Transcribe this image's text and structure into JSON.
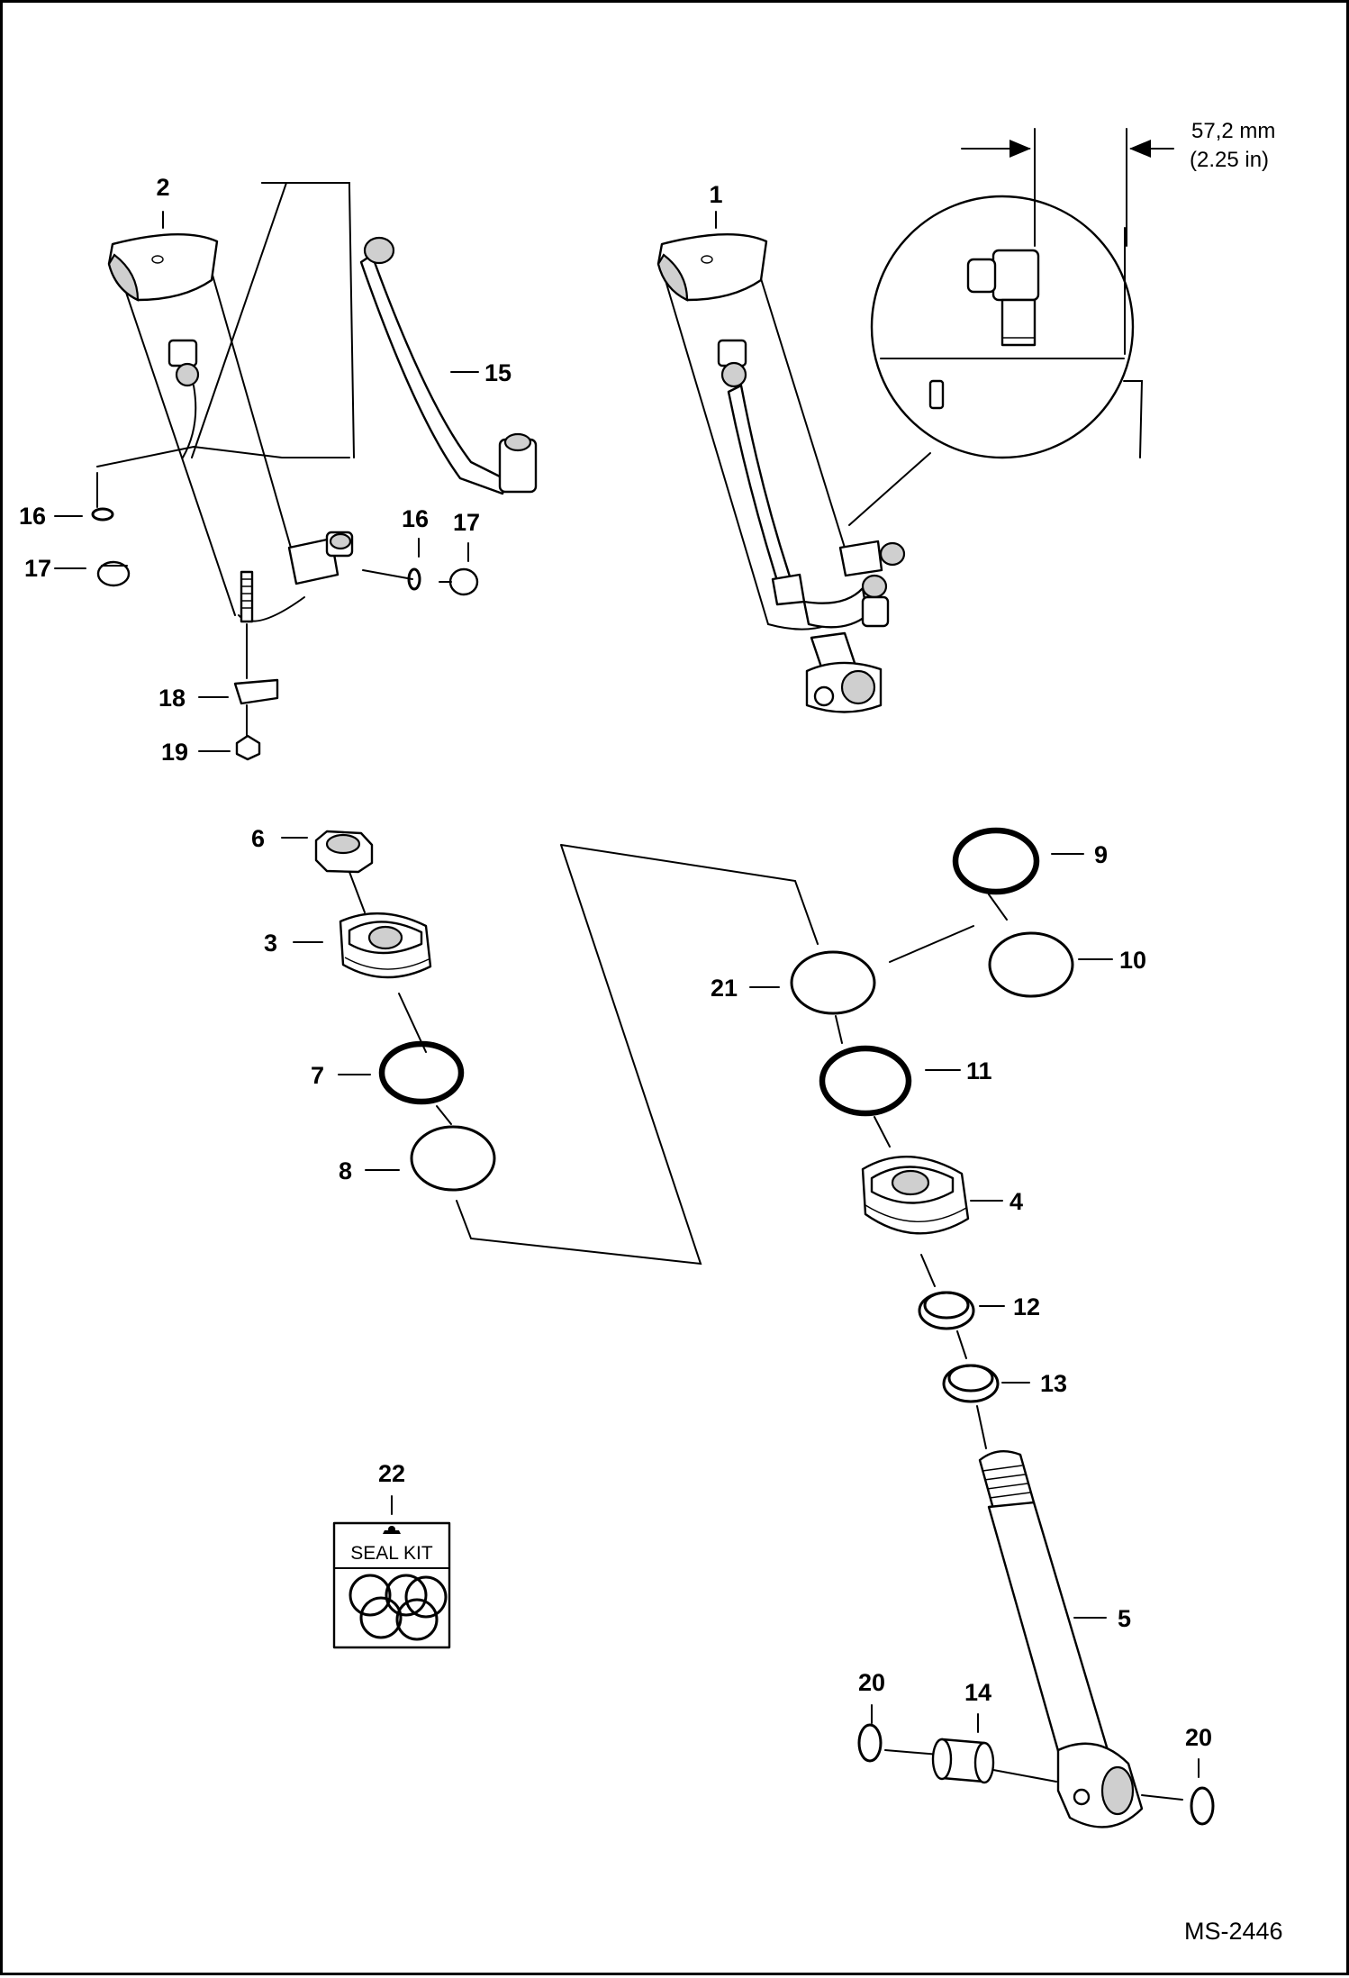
{
  "callouts": {
    "c1": "1",
    "c2": "2",
    "c3": "3",
    "c4": "4",
    "c5": "5",
    "c6": "6",
    "c7": "7",
    "c8": "8",
    "c9": "9",
    "c10": "10",
    "c11": "11",
    "c12": "12",
    "c13": "13",
    "c14": "14",
    "c15": "15",
    "c16": "16",
    "c17": "17",
    "c18": "18",
    "c19": "19",
    "c20": "20",
    "c21": "21",
    "c22": "22"
  },
  "dimension": {
    "metric": "57,2 mm",
    "imperial": "(2.25 in)"
  },
  "seal_kit": {
    "label": "SEAL KIT"
  },
  "drawing_ref": "MS-2446"
}
